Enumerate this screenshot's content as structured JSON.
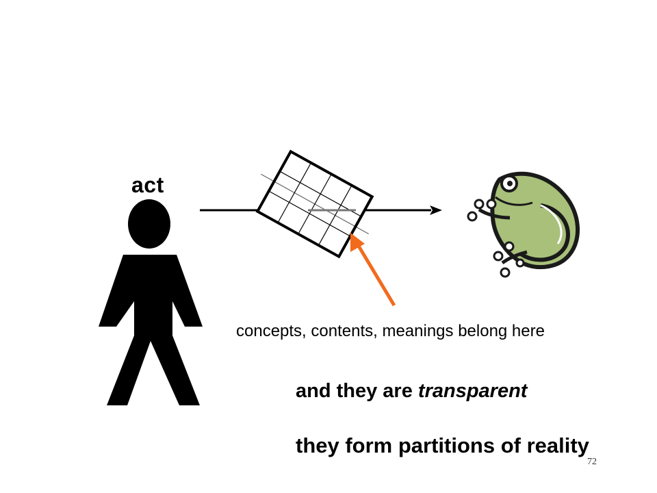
{
  "slide": {
    "act_label": "act",
    "caption": "concepts, contents, meanings belong here",
    "line1_prefix": "and they are ",
    "line1_emphasis": "transparent",
    "line2": "they form partitions of reality",
    "page_number": "72"
  },
  "colors": {
    "arrow_highlight": "#f26b1d",
    "frog_body": "#a8c07a",
    "frog_outline": "#1a1a1a",
    "figure": "#000000"
  },
  "icons": {
    "person": "stick-person-icon",
    "grid": "grid-window-icon",
    "frog": "frog-icon"
  }
}
